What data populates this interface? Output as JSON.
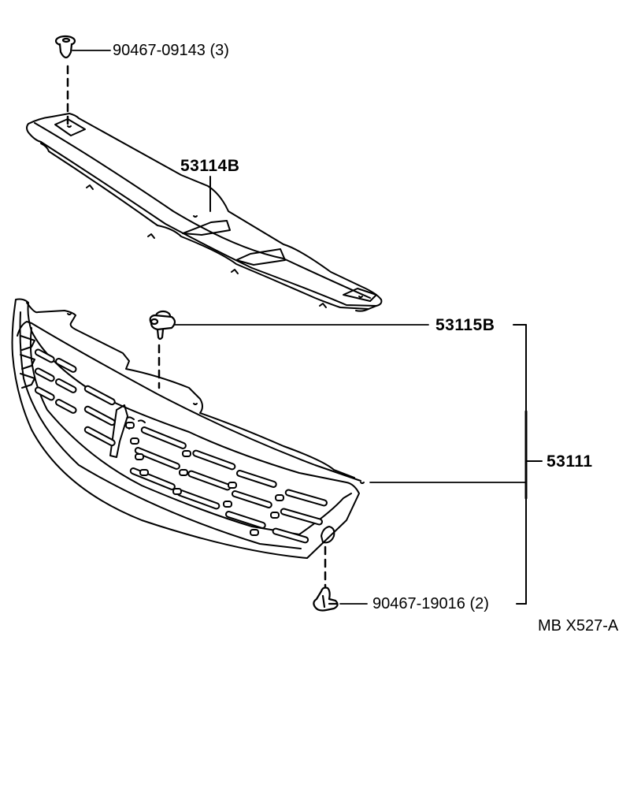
{
  "diagram": {
    "type": "exploded-parts-diagram",
    "subject": "Radiator grille assembly",
    "figure_code": "MB X527-A",
    "parts": [
      {
        "id": "clip-top",
        "part_number": "90467-09143",
        "qty": "(3)",
        "label": "90467-09143 (3)",
        "kind": "clip"
      },
      {
        "id": "upper-molding",
        "part_number": "53114B",
        "label": "53114B",
        "kind": "panel"
      },
      {
        "id": "emblem-clip",
        "part_number": "53115B",
        "label": "53115B",
        "kind": "clip"
      },
      {
        "id": "grille",
        "part_number": "53111",
        "label": "53111",
        "kind": "grille"
      },
      {
        "id": "clip-bottom",
        "part_number": "90467-19016",
        "qty": "(2)",
        "label": "90467-19016 (2)",
        "kind": "clip"
      }
    ],
    "assembly_bracket": {
      "parent": "53111",
      "children": [
        "53115B",
        "grille-body",
        "90467-19016 (2)"
      ]
    },
    "colors": {
      "line": "#000000",
      "background": "#ffffff"
    }
  }
}
